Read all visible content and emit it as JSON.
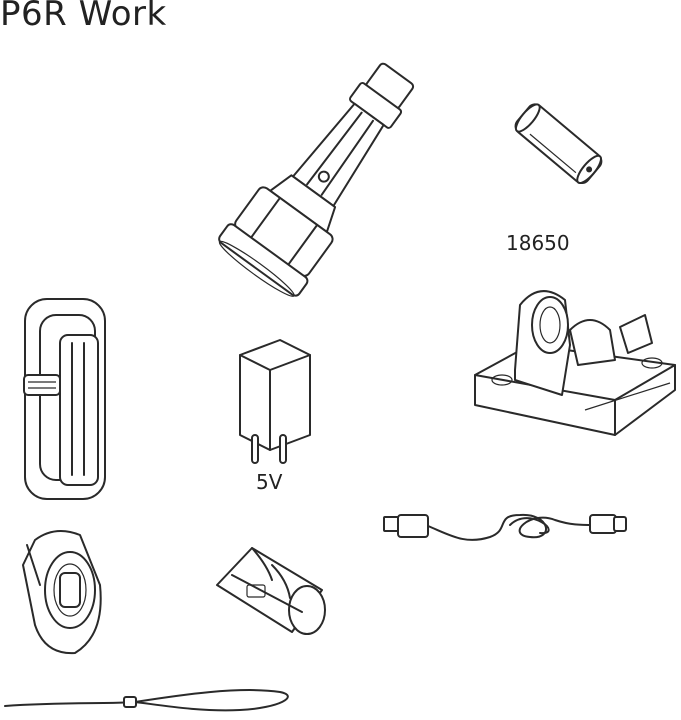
{
  "title": "P6R Work",
  "items": {
    "battery": {
      "label": "18650"
    },
    "charger": {
      "label": "5V"
    }
  }
}
